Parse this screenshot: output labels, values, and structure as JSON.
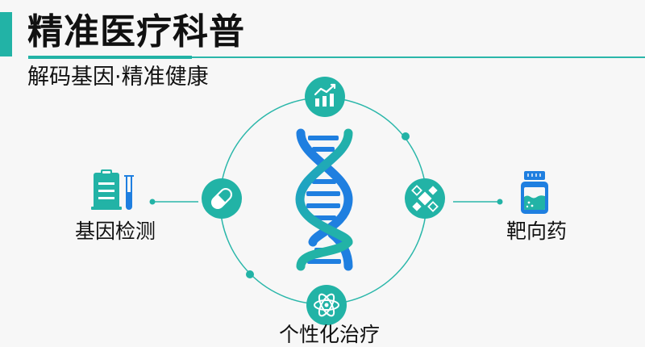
{
  "header": {
    "title": "精准医疗科普",
    "subtitle": "解码基因·精准健康"
  },
  "diagram": {
    "center": {
      "icon": "dna-helix-icon"
    },
    "nodes": [
      {
        "position": "top",
        "icon": "growth-chart-icon"
      },
      {
        "position": "left",
        "icon": "capsule-pill-icon"
      },
      {
        "position": "right",
        "icon": "molecule-diamonds-icon"
      },
      {
        "position": "bottom",
        "icon": "atom-icon"
      }
    ],
    "left_item": {
      "icon": "clipboard-test-tube-icon",
      "label": "基因检测"
    },
    "right_item": {
      "icon": "medicine-bottle-icon",
      "label": "靶向药"
    },
    "bottom_item": {
      "label": "个性化治疗"
    }
  },
  "colors": {
    "teal": "#22b3a6",
    "blue": "#1f7fe0",
    "background": "#f7f7f7",
    "text": "#111111"
  }
}
